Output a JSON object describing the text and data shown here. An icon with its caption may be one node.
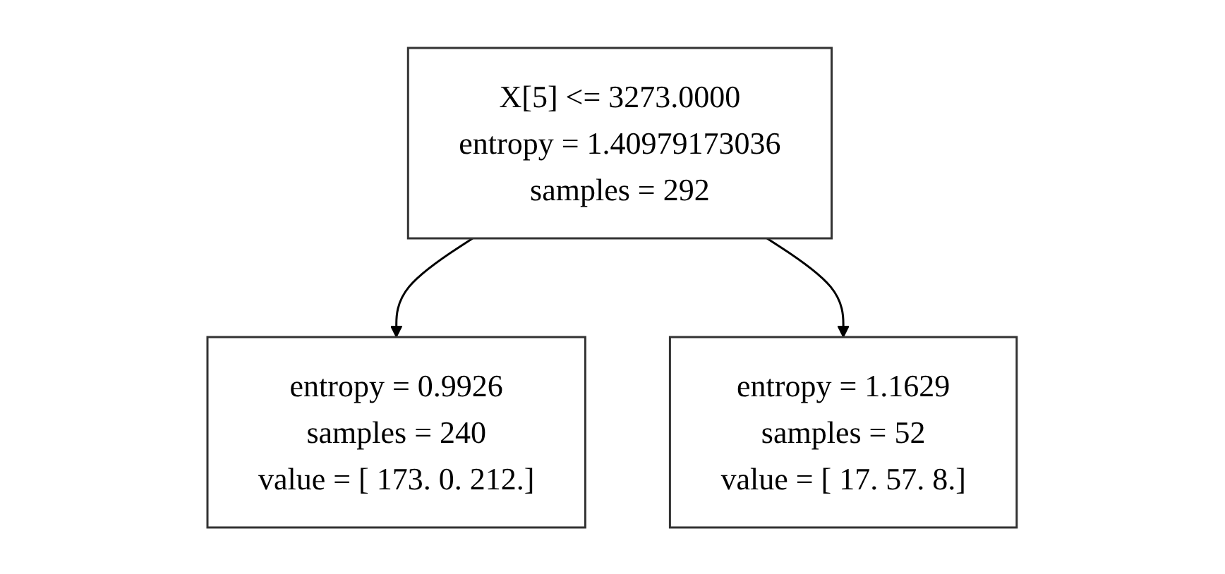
{
  "diagram": {
    "nodes": [
      {
        "text": [
          "X[5] <= 3273.0000",
          "entropy = 1.40979173036",
          "samples = 292"
        ]
      },
      {
        "text": [
          "entropy = 0.9926",
          "samples = 240",
          "value = [ 173. 0. 212.]"
        ]
      },
      {
        "text": [
          "entropy = 1.1629",
          "samples = 52",
          "value = [ 17. 57. 8.]"
        ]
      }
    ],
    "edges": [
      {
        "from": 0,
        "to": 1,
        "arrow": "to"
      },
      {
        "from": 0,
        "to": 2,
        "arrow": "to"
      }
    ]
  }
}
